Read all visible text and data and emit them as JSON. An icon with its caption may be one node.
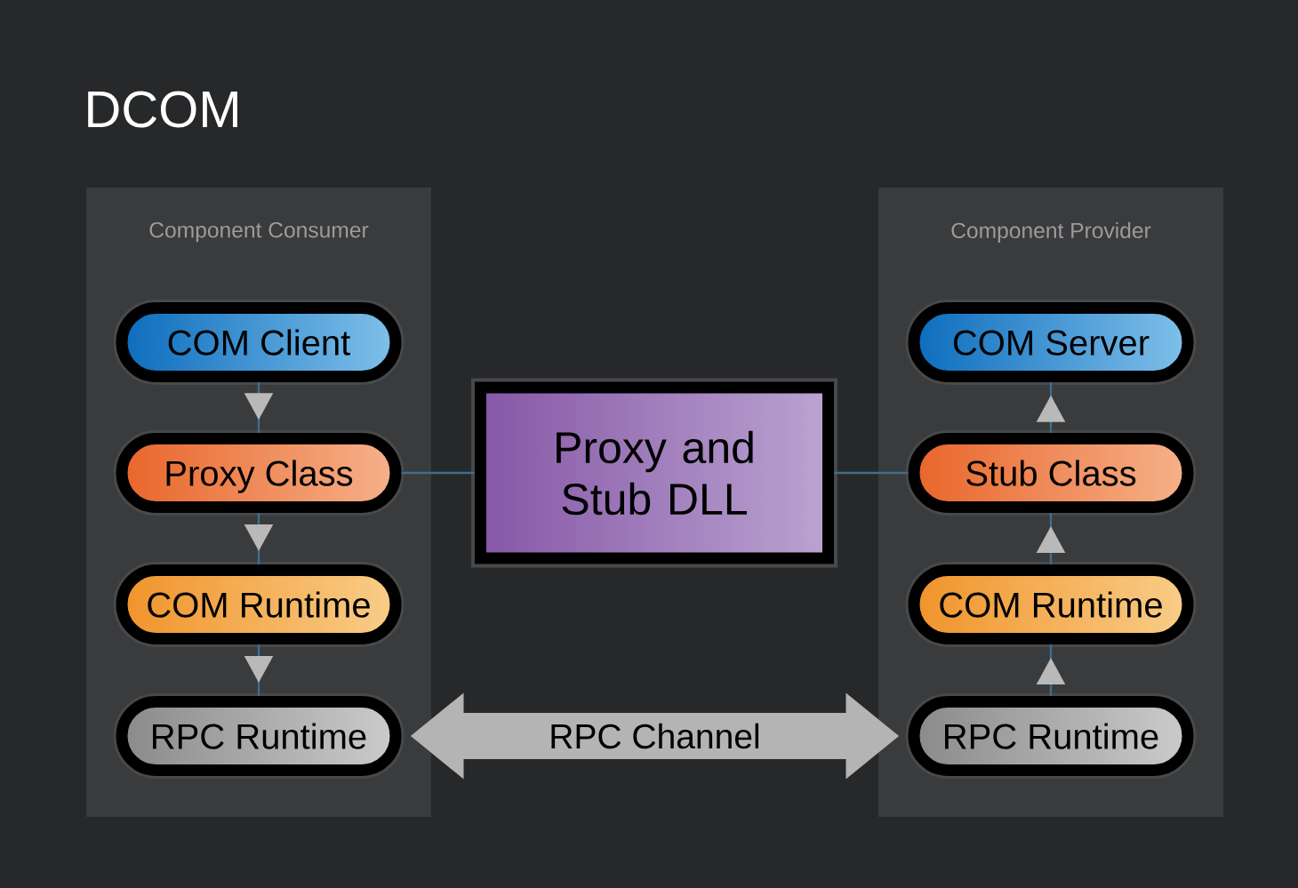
{
  "diagram": {
    "title": "DCOM",
    "nodes": [
      {
        "text": [
          "Component Consumer"
        ]
      },
      {
        "text": [
          "COM Client"
        ],
        "in": 0
      },
      {
        "text": [
          "Proxy Class"
        ],
        "in": 0
      },
      {
        "text": [
          "COM Runtime"
        ],
        "in": 0
      },
      {
        "text": [
          "RPC Runtime"
        ],
        "in": 0
      },
      {
        "text": [
          "Proxy and Stub DLL"
        ]
      },
      {
        "text": [
          "Component Provider"
        ]
      },
      {
        "text": [
          "COM Server"
        ],
        "in": 6
      },
      {
        "text": [
          "Stub Class"
        ],
        "in": 6
      },
      {
        "text": [
          "COM Runtime"
        ],
        "in": 6
      },
      {
        "text": [
          "RPC Runtime"
        ],
        "in": 6
      }
    ],
    "edges": [
      {
        "from": 1,
        "to": 2,
        "arrow": "to"
      },
      {
        "from": 2,
        "to": 3,
        "arrow": "to"
      },
      {
        "from": 3,
        "to": 4,
        "arrow": "to"
      },
      {
        "from": 2,
        "to": 5,
        "arrow": "none"
      },
      {
        "from": 5,
        "to": 8,
        "arrow": "none"
      },
      {
        "from": 10,
        "to": 9,
        "arrow": "to"
      },
      {
        "from": 9,
        "to": 8,
        "arrow": "to"
      },
      {
        "from": 8,
        "to": 7,
        "arrow": "to"
      },
      {
        "from": 4,
        "to": 10,
        "arrow": "both",
        "label": "RPC Channel",
        "style": "thick",
        "color": "#b4b4b4"
      }
    ]
  }
}
